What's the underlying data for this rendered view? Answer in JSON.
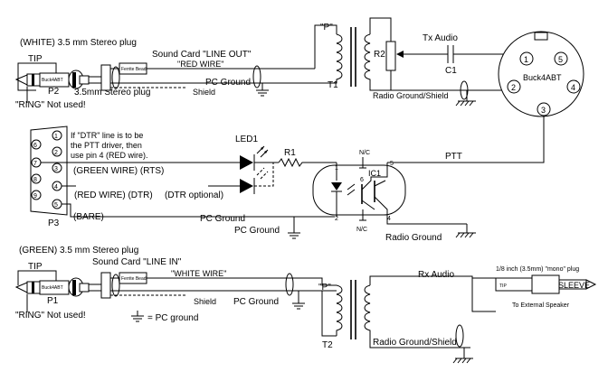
{
  "labels": {
    "top_plug": "(WHITE) 3.5 mm Stereo plug",
    "top_soundcard": "Sound Card \"LINE OUT\"",
    "top_tip": "TIP",
    "top_bulkhead": "Buck4ABT",
    "top_ferrite": "Ferrite Bead",
    "top_wire": "\"RED WIRE\"",
    "top_p2": "P2",
    "top_plug2": "3.5mm Stereo plug",
    "top_ring": "\"RING\" Not used!",
    "top_pcground": "PC Ground",
    "top_shield": "Shield",
    "t1_p": "\"P\"",
    "t1_label": "T1",
    "r2_label": "R2",
    "txaudio": "Tx Audio",
    "c1_label": "C1",
    "radio_ground_shield_1": "Radio Ground/Shield",
    "din_label": "Buck4ABT",
    "din_pin1": "1",
    "din_pin2": "2",
    "din_pin3": "3",
    "din_pin4": "4",
    "din_pin5": "5",
    "db9_pins": [
      "1",
      "2",
      "3",
      "4",
      "5",
      "6",
      "7",
      "8",
      "9"
    ],
    "dtr_note_1": "If \"DTR\" line is to be",
    "dtr_note_2": "the PTT driver, then",
    "dtr_note_3": "use pin 4 (RED wire).",
    "green_wire": "(GREEN WIRE) (RTS)",
    "red_wire": "(RED WIRE) (DTR)",
    "dtr_optional": "(DTR optional)",
    "bare": "(BARE)",
    "mid_pcground": "PC Ground",
    "p3_label": "P3",
    "mid_pcground_2": "PC Ground",
    "led1_label": "LED1",
    "r1_label": "R1",
    "nc_top": "N/C",
    "ic1_label": "IC1",
    "ic_pin1": "1",
    "ic_pin2": "2",
    "ic_pin4": "4",
    "ic_pin5": "5",
    "ic_pin6": "6",
    "nc_bottom": "N/C",
    "ptt_label": "PTT",
    "radio_ground": "Radio Ground",
    "bot_plug": "(GREEN) 3.5 mm Stereo plug",
    "bot_soundcard": "Sound Card \"LINE IN\"",
    "bot_tip": "TIP",
    "bot_bulkhead": "Buck4ABT",
    "bot_ferrite": "Ferrite Bead",
    "bot_wire": "\"WHITE WIRE\"",
    "bot_p1": "P1",
    "bot_ring": "\"RING\" Not used!",
    "bot_shield": "Shield",
    "bot_pcground": "PC Ground",
    "pc_ground_legend": "= PC ground",
    "t2_p": "\"P\"",
    "t2_label": "T2",
    "rx_audio": "Rx Audio",
    "radio_ground_shield_2": "Radio Ground/Shield",
    "speaker_plug": "1/8 inch (3.5mm) \"mono\" plug",
    "sleeve": "SLEEVE",
    "tip_small": "TIP",
    "speaker_dest": "To External Speaker"
  }
}
